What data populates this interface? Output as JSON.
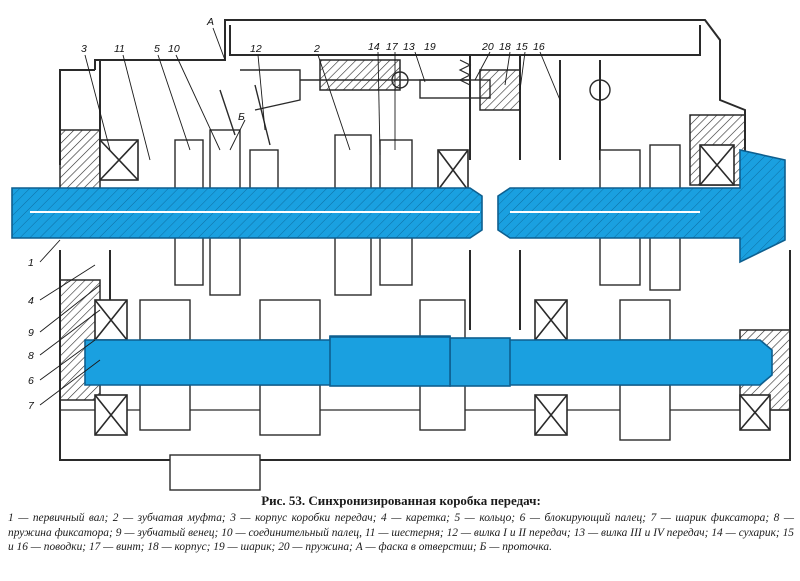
{
  "figure": {
    "title": "Рис. 53. Синхронизированная коробка передач:",
    "labels": [
      "1",
      "2",
      "3",
      "4",
      "5",
      "6",
      "7",
      "8",
      "9",
      "10",
      "11",
      "12",
      "13",
      "14",
      "15",
      "16",
      "17",
      "18",
      "19",
      "20",
      "А",
      "Б"
    ],
    "colors": {
      "shaft_fill": "#1aa0e0",
      "line": "#2a2a2a",
      "paper": "#ffffff"
    }
  },
  "legend": [
    "1 — первичный вал;",
    "2 — зубчатая муфта;",
    "3 — корпус коробки передач;",
    "4 — каретка;",
    "5 — кольцо;",
    "6 — блокирующий палец;",
    "7 — шарик фиксатора;",
    "8 — пружина фиксатора;",
    "9 — зубчатый венец;",
    "10 — соединительный палец,",
    "11 — шестерня;",
    "12 — вилка I и II передач;",
    "13 — вилка III и IV передач;",
    "14 — сухарик;",
    "15 и 16 — поводки;",
    "17 — винт;",
    "18 — корпус;",
    "19 — шарик;",
    "20 — пружина;",
    "А — фаска в отверстии;",
    "Б — проточка."
  ]
}
